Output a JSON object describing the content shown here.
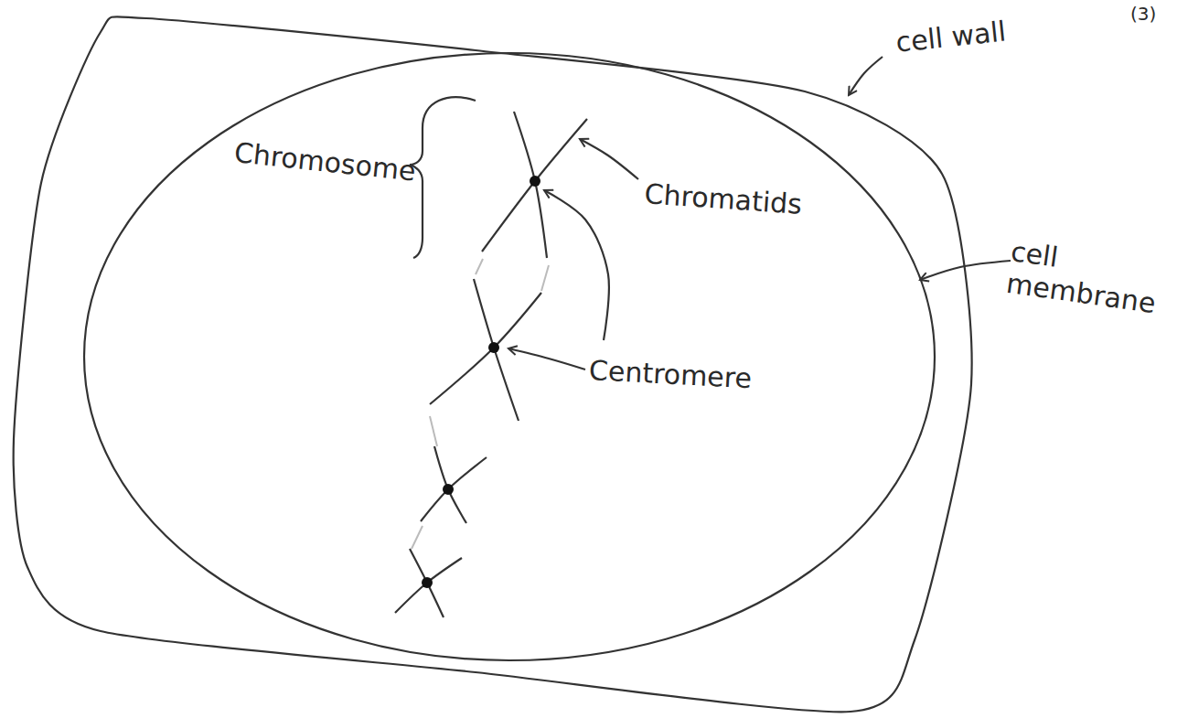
{
  "diagram": {
    "labels": [
      "(3)",
      "cell wall",
      "Chromosome",
      "Chromatids",
      "Centromere",
      "cell membrane"
    ]
  }
}
